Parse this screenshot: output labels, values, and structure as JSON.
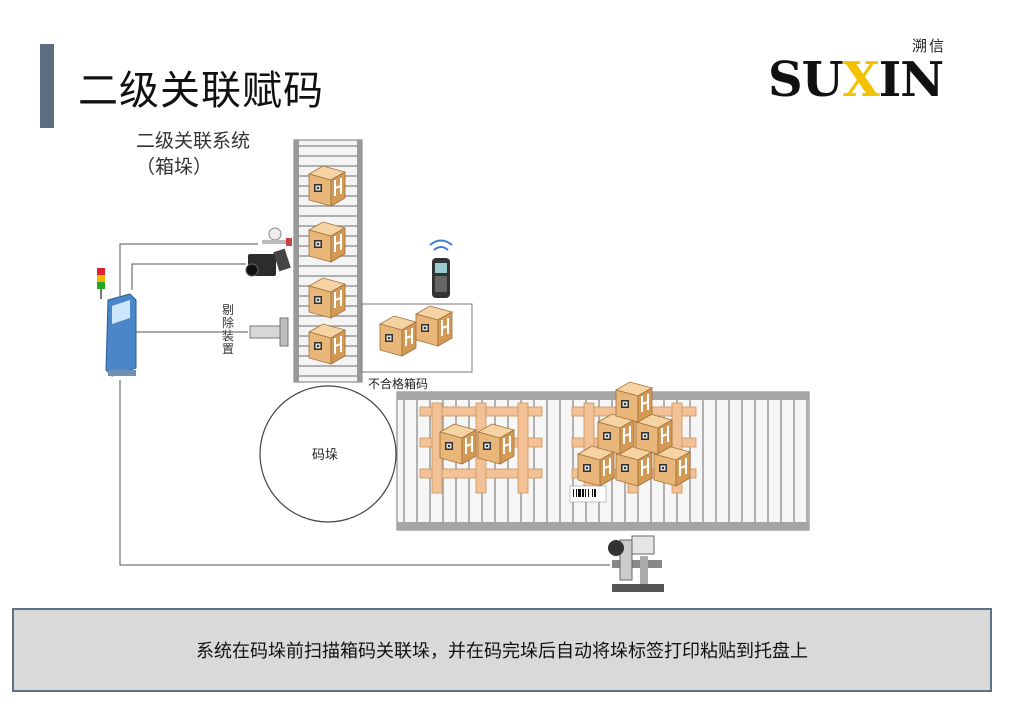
{
  "header": {
    "title": "二级关联赋码"
  },
  "logo": {
    "cn": "溯信",
    "en_before": "SU",
    "en_x": "X",
    "en_after": "IN",
    "accent": "#f2c200"
  },
  "diagram": {
    "system_label": "二级关联系统（箱垛）",
    "reject_device_label": "剔除装置",
    "bad_code_label": "不合格箱码",
    "pile_label": "码垛"
  },
  "caption": {
    "text": "系统在码垛前扫描箱码关联垛，并在码完垛后自动将垛标签打印粘贴到托盘上"
  },
  "colors": {
    "box": "#e8b678",
    "pallet": "#f2c296",
    "conveyor": "#9a9a9a",
    "title_bar": "#5c6f80"
  }
}
